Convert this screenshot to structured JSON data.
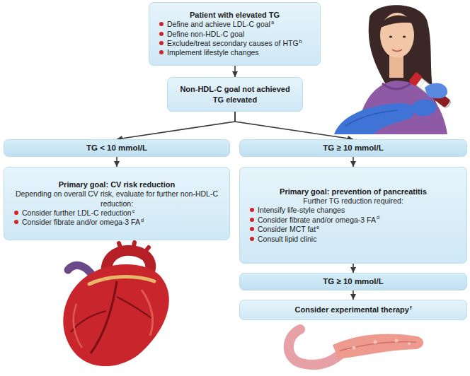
{
  "diagram": {
    "nodes": [
      {
        "text": [
          "Patient with elevated TG",
          "Define and achieve LDL-C goal",
          "a",
          "Define non-HDL-C goal",
          "Exclude/treat secondary causes of HTG",
          "b",
          "Implement lifestyle changes"
        ]
      },
      {
        "text": [
          "Non-HDL-C goal not achieved",
          "TG elevated"
        ]
      },
      {
        "text": [
          "TG < 10 mmol/L"
        ]
      },
      {
        "text": [
          "TG ≥ 10 mmol/L"
        ]
      },
      {
        "text": [
          "Primary goal: CV risk reduction",
          "Depending on overall CV risk, evaluate for further non-HDL-C reduction:",
          "Consider further LDL-C reduction",
          "c",
          "Consider fibrate and/or omega-3 FA",
          "d"
        ]
      },
      {
        "text": [
          "Primary goal: prevention of pancreatitis",
          "Further TG reduction required:",
          "Intensify life-style changes",
          "Consider fibrate and/or omega-3 FA",
          "d",
          "Consider MCT fat",
          "e",
          "Consult lipid clinic"
        ]
      },
      {
        "text": [
          "TG ≥ 10 mmol/L"
        ]
      },
      {
        "text": [
          "Consider experimental therapy",
          "f"
        ]
      }
    ],
    "edges": [
      {
        "from": 0,
        "to": 1,
        "arrow": "to"
      },
      {
        "from": 1,
        "to": 2,
        "arrow": "to"
      },
      {
        "from": 1,
        "to": 3,
        "arrow": "to"
      },
      {
        "from": 2,
        "to": 4,
        "arrow": "to"
      },
      {
        "from": 3,
        "to": 5,
        "arrow": "to"
      },
      {
        "from": 5,
        "to": 6,
        "arrow": "to"
      },
      {
        "from": 6,
        "to": 7,
        "arrow": "to"
      }
    ]
  }
}
